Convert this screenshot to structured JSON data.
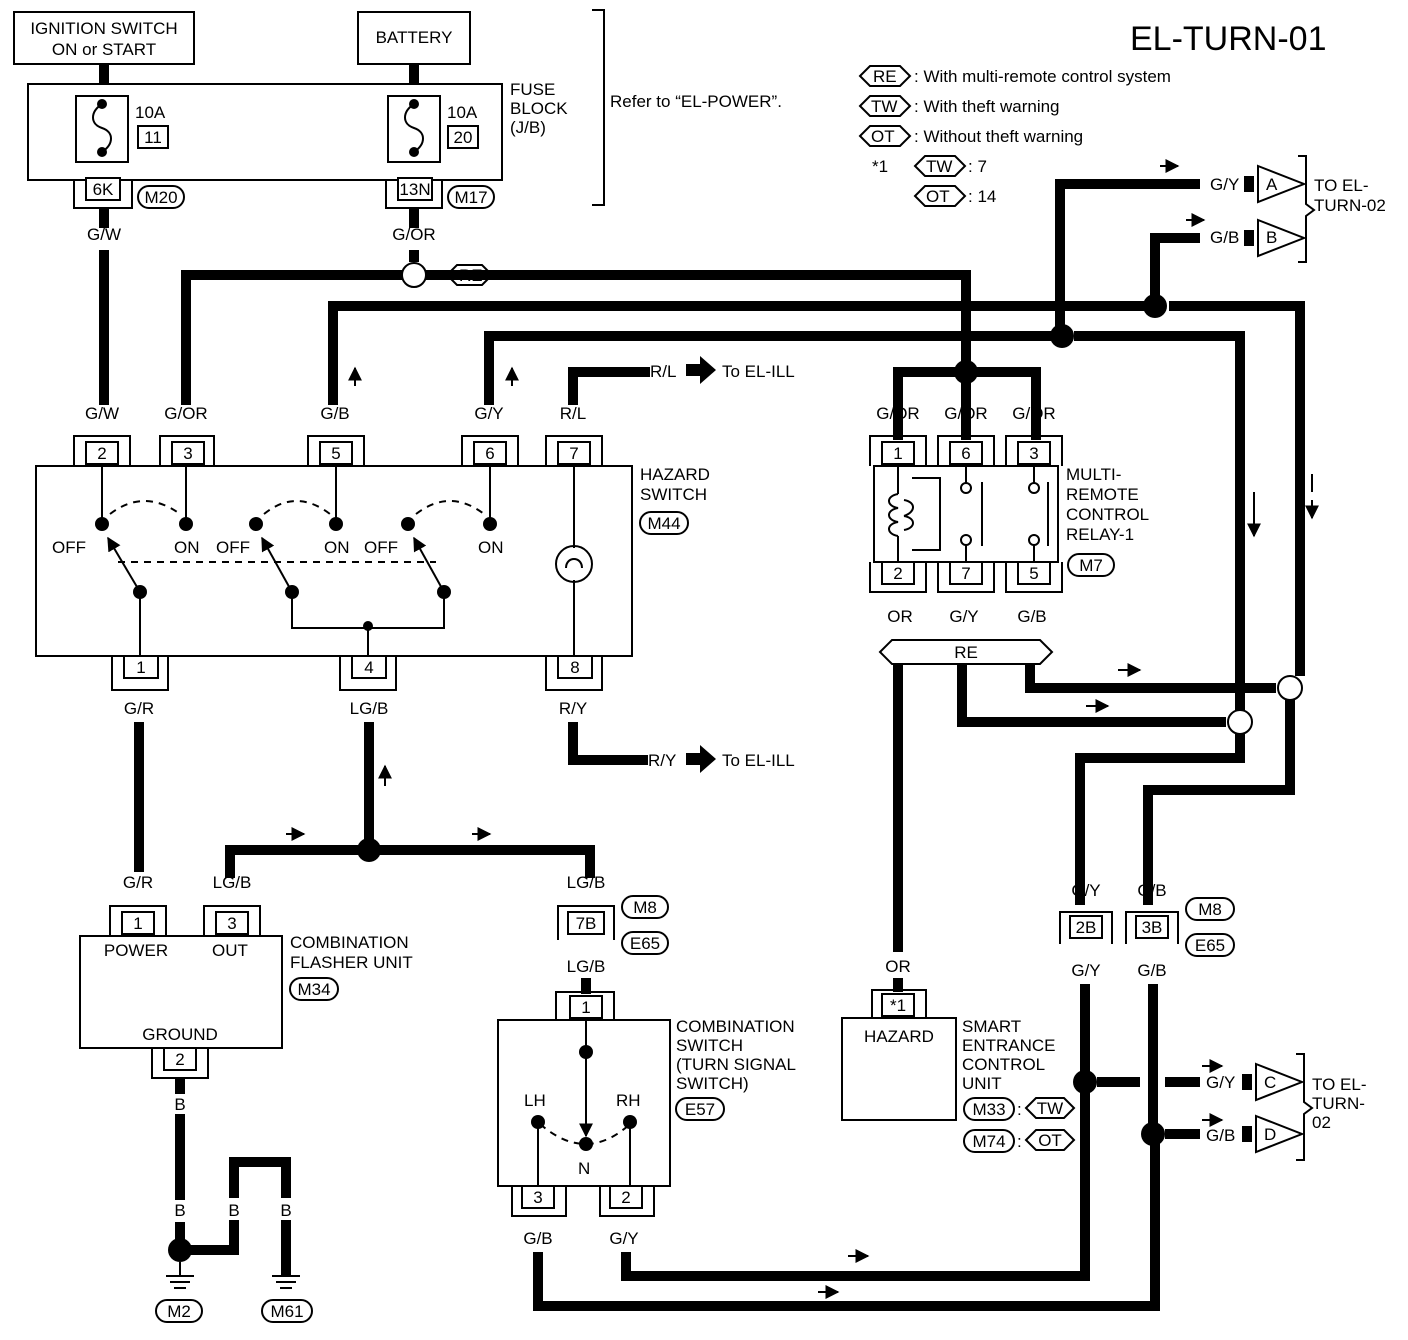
{
  "diagram_id": "EL-TURN-01",
  "legend": {
    "re_tag": "RE",
    "re_text": ": With multi-remote control system",
    "tw_tag": "TW",
    "tw_text": ": With theft warning",
    "ot_tag": "OT",
    "ot_text": ": Without theft warning",
    "note_mark": "*1",
    "note_tw_value": ": 7",
    "note_ot_value": ": 14"
  },
  "power": {
    "ignition_line1": "IGNITION SWITCH",
    "ignition_line2": "ON or START",
    "battery": "BATTERY",
    "fuse_block_line1": "FUSE",
    "fuse_block_line2": "BLOCK",
    "fuse_block_line3": "(J/B)",
    "refer": "Refer to “EL-POWER”.",
    "fuse1_rating": "10A",
    "fuse1_no": "11",
    "fuse1_connector": "6K",
    "fuse1_harness": "M20",
    "fuse2_rating": "10A",
    "fuse2_no": "20",
    "fuse2_connector": "13N",
    "fuse2_harness": "M17"
  },
  "wires": {
    "gw": "G/W",
    "gor": "G/OR",
    "gb": "G/B",
    "gy": "G/Y",
    "rl": "R/L",
    "ry": "R/Y",
    "gr": "G/R",
    "lgb": "LG/B",
    "or": "OR",
    "b": "B"
  },
  "refs": {
    "to_el_ill": "To EL-ILL",
    "to_el_line1": "TO EL-",
    "turn02": "TURN-02",
    "turn_dash": "TURN-",
    "num02": "02"
  },
  "hazard_switch": {
    "name_line1": "HAZARD",
    "name_line2": "SWITCH",
    "harness": "M44",
    "pins": [
      "2",
      "3",
      "5",
      "6",
      "7",
      "1",
      "4",
      "8"
    ],
    "off": "OFF",
    "on": "ON"
  },
  "relay": {
    "name_line1": "MULTI-",
    "name_line2": "REMOTE",
    "name_line3": "CONTROL",
    "name_line4": "RELAY-1",
    "harness": "M7",
    "pins_top": [
      "1",
      "6",
      "3"
    ],
    "pins_bottom": [
      "2",
      "7",
      "5"
    ]
  },
  "flasher": {
    "name_line1": "COMBINATION",
    "name_line2": "FLASHER UNIT",
    "harness": "M34",
    "power": "POWER",
    "out": "OUT",
    "ground": "GROUND",
    "pin_power": "1",
    "pin_out": "3",
    "pin_ground": "2"
  },
  "combo_switch": {
    "name_line1": "COMBINATION",
    "name_line2": "SWITCH",
    "name_line3": "(TURN SIGNAL",
    "name_line4": "SWITCH)",
    "harness": "E57",
    "lh": "LH",
    "rh": "RH",
    "n": "N",
    "pin_top": "1",
    "pin_lh": "3",
    "pin_rh": "2"
  },
  "joint_connectors": {
    "c7b": "7B",
    "c2b": "2B",
    "c3b": "3B",
    "m8": "M8",
    "e65": "E65"
  },
  "smart_unit": {
    "name_line1": "SMART",
    "name_line2": "ENTRANCE",
    "name_line3": "CONTROL",
    "name_line4": "UNIT",
    "hazard": "HAZARD",
    "pin": "*1",
    "harness_tw": "M33",
    "harness_ot": "M74",
    "tw": "TW",
    "ot": "OT",
    "colon": ":"
  },
  "offpage": {
    "a": "A",
    "b": "B",
    "c": "C",
    "d": "D"
  },
  "grounds": {
    "m2": "M2",
    "m61": "M61"
  }
}
